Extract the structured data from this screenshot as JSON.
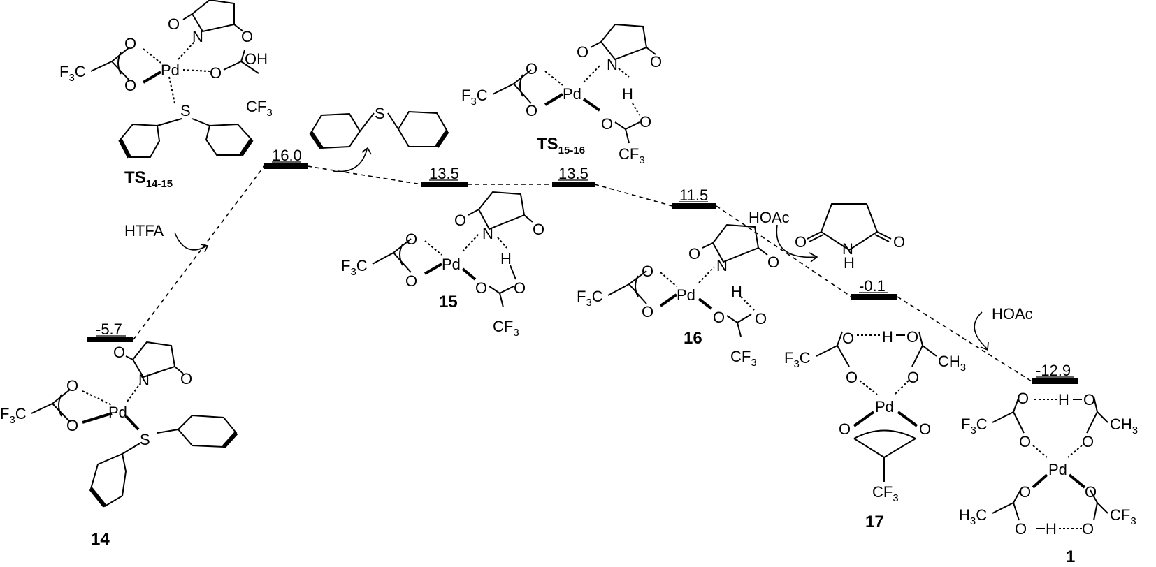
{
  "levels": [
    {
      "id": "14",
      "value": "-5.7"
    },
    {
      "id": "TS14-15",
      "value": "16.0"
    },
    {
      "id": "15",
      "value": "13.5"
    },
    {
      "id": "TS15-16",
      "value": "13.5"
    },
    {
      "id": "16",
      "value": "11.5"
    },
    {
      "id": "17",
      "value": "-0.1"
    },
    {
      "id": "1",
      "value": "-12.9"
    }
  ],
  "compounds": {
    "c14": "14",
    "ts1415_main": "TS",
    "ts1415_sub": "14-15",
    "c15": "15",
    "ts1516_main": "TS",
    "ts1516_sub": "15-16",
    "c16": "16",
    "c17": "17",
    "c1": "1"
  },
  "reagents": {
    "htfa": "HTFA",
    "hoac_1": "HOAc",
    "hoac_2": "HOAc"
  },
  "atoms": {
    "pd": "Pd",
    "n": "N",
    "o": "O",
    "s": "S",
    "h": "H",
    "oh": "OH",
    "f3c": "F",
    "three": "3",
    "c": "C",
    "cf": "CF",
    "ch": "CH",
    "h3c": "H",
    "ho": "H–O",
    "oh_bar": "O–H"
  }
}
